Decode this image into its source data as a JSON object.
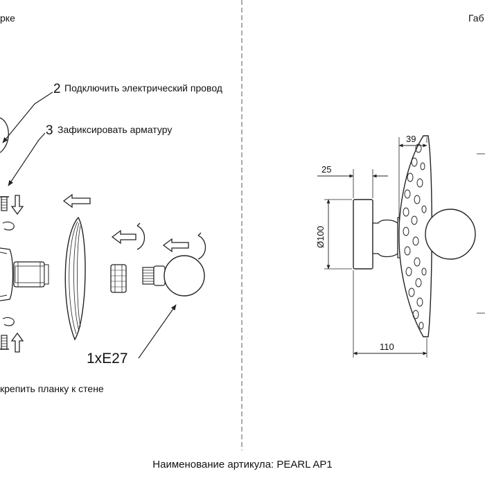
{
  "left_panel": {
    "header_fragment": "рке",
    "step2_number": "2",
    "step2_text": "Подключить электрический провод",
    "step3_number": "3",
    "step3_text": "Зафиксировать арматуру",
    "step1_fragment": "крепить планку к стене",
    "bulb_label": "1xE27"
  },
  "right_panel": {
    "header_fragment": "Габ",
    "dim_base_depth": "25",
    "dim_shade_depth": "39",
    "dim_base_diameter": "Ø100",
    "dim_total_depth": "110"
  },
  "footer": {
    "article_name": "Наименование артикула: PEARL AP1"
  }
}
